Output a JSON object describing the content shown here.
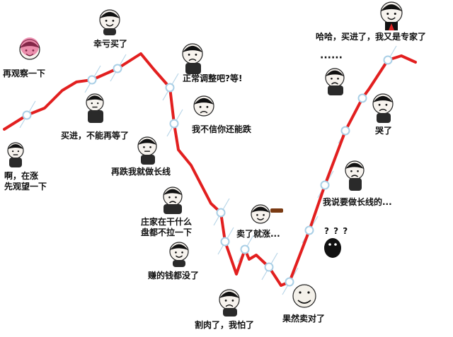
{
  "meme": {
    "line_color": "#e21f1f",
    "node_color": "#a9cfe6",
    "panels": [
      {
        "name": "wait-and-watch",
        "lines": [
          "啊，在涨",
          "先观望一下"
        ]
      },
      {
        "name": "observe-more",
        "lines": [
          "再观察一下"
        ]
      },
      {
        "name": "buy-in",
        "lines": [
          "买进，不能再等了"
        ]
      },
      {
        "name": "lucky-bought",
        "lines": [
          "幸亏买了"
        ]
      },
      {
        "name": "normal-adjustment",
        "lines": [
          "正常调整吧?等!"
        ]
      },
      {
        "name": "dont-believe-it-falls",
        "lines": [
          "我不信你还能跌"
        ]
      },
      {
        "name": "hold-long-term",
        "lines": [
          "再跌我就做长线"
        ]
      },
      {
        "name": "dealer-question",
        "lines": [
          "庄家在干什么",
          "盘都不拉一下"
        ]
      },
      {
        "name": "profit-gone",
        "lines": [
          "赚的钱都没了"
        ]
      },
      {
        "name": "cut-loss",
        "lines": [
          "割肉了，我怕了"
        ]
      },
      {
        "name": "sold-then-rises",
        "lines": [
          "卖了就涨..."
        ]
      },
      {
        "name": "sold-right",
        "lines": [
          "果然卖对了"
        ]
      },
      {
        "name": "question-marks",
        "lines": [
          "? ? ?"
        ]
      },
      {
        "name": "said-long-term",
        "lines": [
          "我说要做长线的..."
        ]
      },
      {
        "name": "cried",
        "lines": [
          "哭了"
        ]
      },
      {
        "name": "ellipsis",
        "lines": [
          "······"
        ]
      },
      {
        "name": "bought-in-expert",
        "lines": [
          "哈哈，买进了，我又是专家了"
        ]
      }
    ]
  }
}
